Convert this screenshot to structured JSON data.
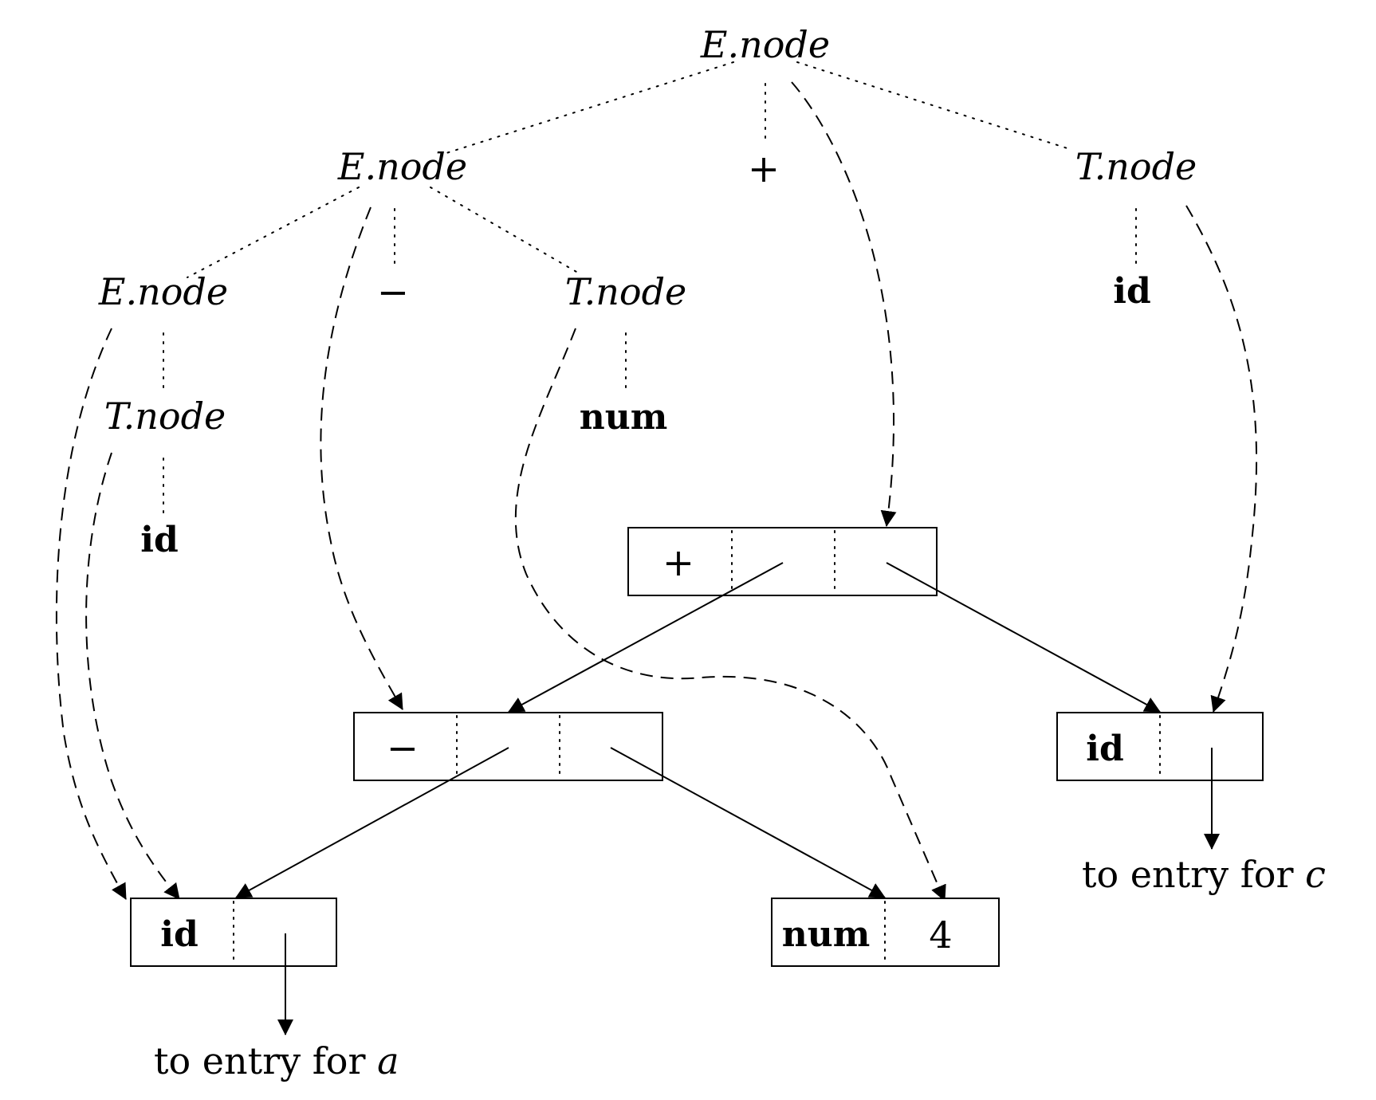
{
  "parse_tree": {
    "root": "E.node",
    "level1": {
      "left": "E.node",
      "op": "+",
      "right": "T.node"
    },
    "level2": {
      "left": "E.node",
      "op": "−",
      "mid": "T.node",
      "right_leaf": "id"
    },
    "level3": {
      "left": "T.node",
      "mid_leaf": "num"
    },
    "level4": {
      "left_leaf": "id"
    }
  },
  "syntax_tree": {
    "plus_node": {
      "op": "+"
    },
    "minus_node": {
      "op": "−"
    },
    "id_c": {
      "tag": "id"
    },
    "id_a": {
      "tag": "id"
    },
    "num_node": {
      "tag": "num",
      "value": "4"
    }
  },
  "notes": {
    "entry_a": "to entry for",
    "entry_a_var": "a",
    "entry_c": "to entry for",
    "entry_c_var": "c"
  }
}
